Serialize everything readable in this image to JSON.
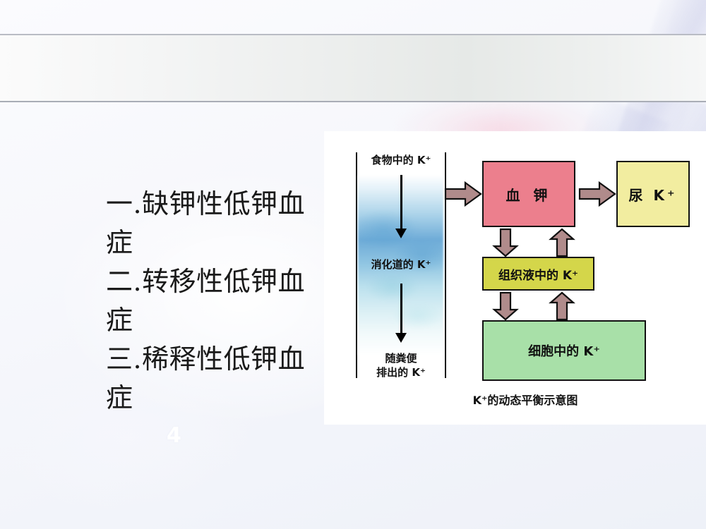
{
  "slide": {
    "title": "",
    "number": "4",
    "background_color": "#f5f6fb"
  },
  "bullet_list": {
    "items": [
      "一.缺钾性低钾血症",
      "二.转移性低钾血症",
      "三.稀释性低钾血症"
    ]
  },
  "diagram": {
    "caption": "K⁺的动态平衡示意图",
    "tract": {
      "label_intake": "食物中的 K⁺",
      "label_gut": "消化道的 K⁺",
      "label_feces_line1": "随粪便",
      "label_feces_line2": "排出的 K⁺"
    },
    "boxes": {
      "blood": {
        "label": "血 钾",
        "color": "#ec7f8d"
      },
      "urine": {
        "label": "尿 K⁺",
        "color": "#f2eda0"
      },
      "tissue": {
        "label": "组织液中的 K⁺",
        "color": "#d4d64a"
      },
      "cell": {
        "label": "细胞中的 K⁺",
        "color": "#a8e0a8"
      }
    },
    "arrow_color": "#b08b8b",
    "arrows": [
      {
        "name": "intake-to-blood",
        "direction": "right"
      },
      {
        "name": "blood-to-urine",
        "direction": "right"
      },
      {
        "name": "blood-to-tissue",
        "direction": "down"
      },
      {
        "name": "tissue-to-blood",
        "direction": "up"
      },
      {
        "name": "tissue-to-cell",
        "direction": "down"
      },
      {
        "name": "cell-to-tissue",
        "direction": "up"
      }
    ]
  }
}
